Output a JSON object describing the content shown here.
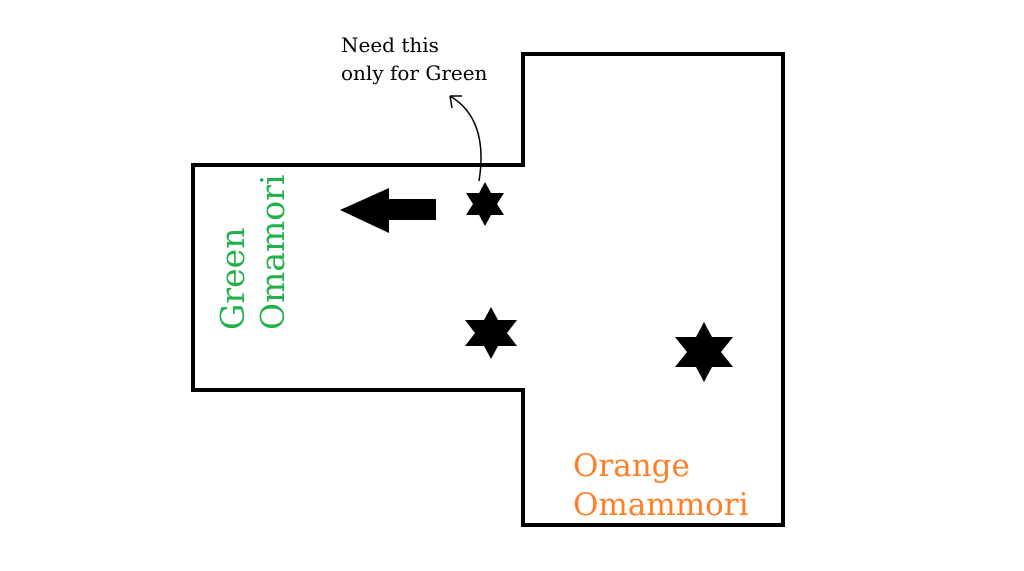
{
  "annotation": {
    "line1": "Need this",
    "line2": "only for Green"
  },
  "green_label": {
    "line1": "Green",
    "line2": "Omamori",
    "color": "#22b14c"
  },
  "orange_label": {
    "line1": "Orange",
    "line2": "Omammori",
    "color": "#ff7f27"
  },
  "stars": [
    "star-top",
    "star-middle",
    "star-right"
  ],
  "icons": {
    "arrow": "arrow-left-icon",
    "curved_arrow": "curved-arrow-icon",
    "star": "star-of-david-icon"
  }
}
